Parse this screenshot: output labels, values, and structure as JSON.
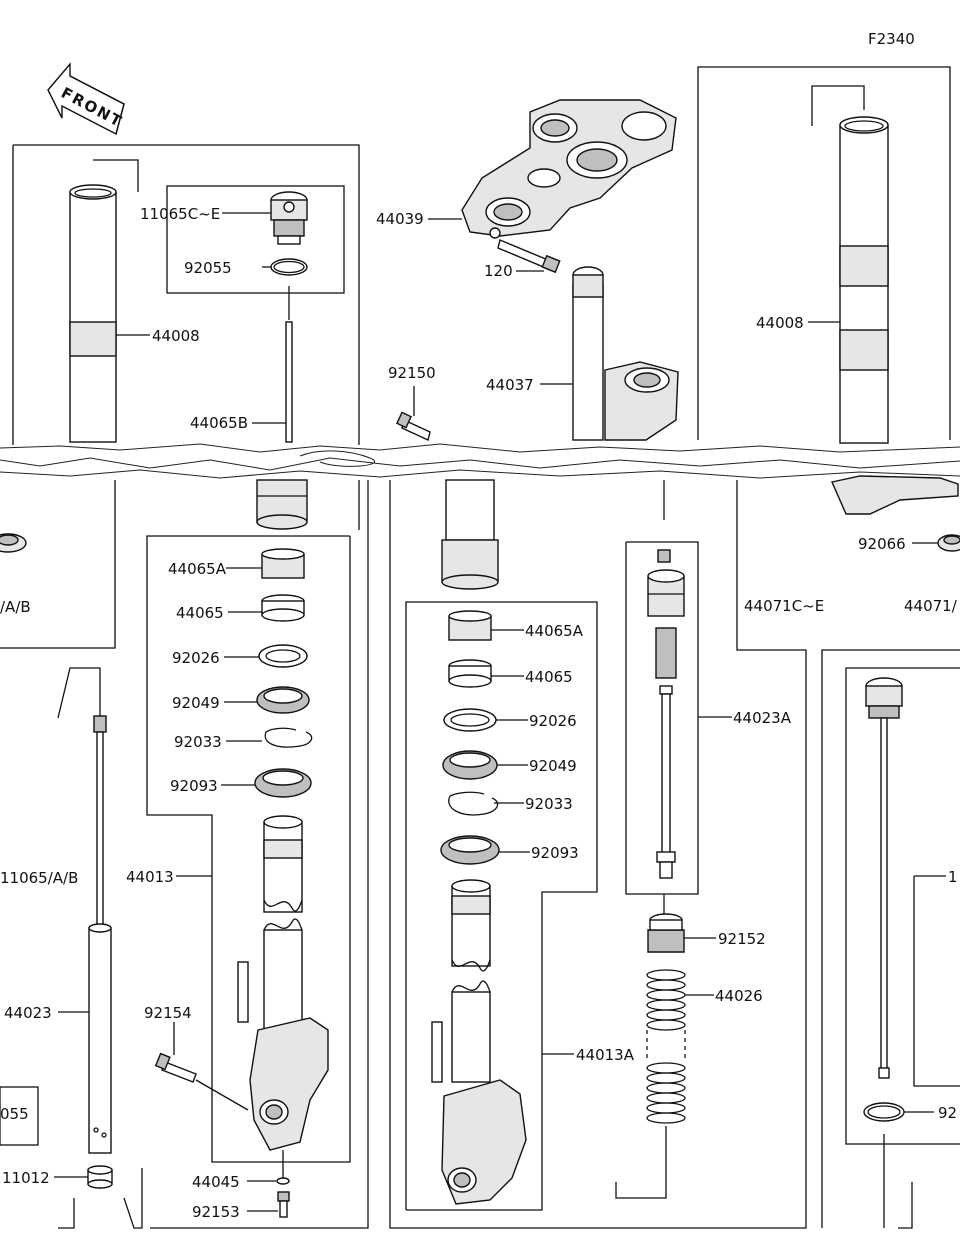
{
  "diagram_code": "F2340",
  "front_label": "FRONT",
  "callouts": {
    "p11065CE": "11065C~E",
    "p92055": "92055",
    "p44008_left": "44008",
    "p44065B": "44065B",
    "p44039": "44039",
    "p120": "120",
    "p92150": "92150",
    "p44037": "44037",
    "p44008_right": "44008",
    "p92066": "92066",
    "p_AB_left": "/A/B",
    "p44065A_left": "44065A",
    "p44065_left": "44065",
    "p92026_left": "92026",
    "p92049_left": "92049",
    "p92033_left": "92033",
    "p92093_left": "92093",
    "p44013": "44013",
    "p11065AB": "11065/A/B",
    "p44023": "44023",
    "p92154": "92154",
    "p055": "055",
    "p11012": "11012",
    "p44045": "44045",
    "p92153": "92153",
    "p44065A_right": "44065A",
    "p44065_right": "44065",
    "p92026_right": "92026",
    "p92049_right": "92049",
    "p92033_right": "92033",
    "p92093_right": "92093",
    "p44013A": "44013A",
    "p44071CE": "44071C~E",
    "p44071_partial": "44071/",
    "p44023A": "44023A",
    "p92152": "92152",
    "p44026": "44026",
    "p1_partial": "1",
    "p92_partial": "92"
  }
}
